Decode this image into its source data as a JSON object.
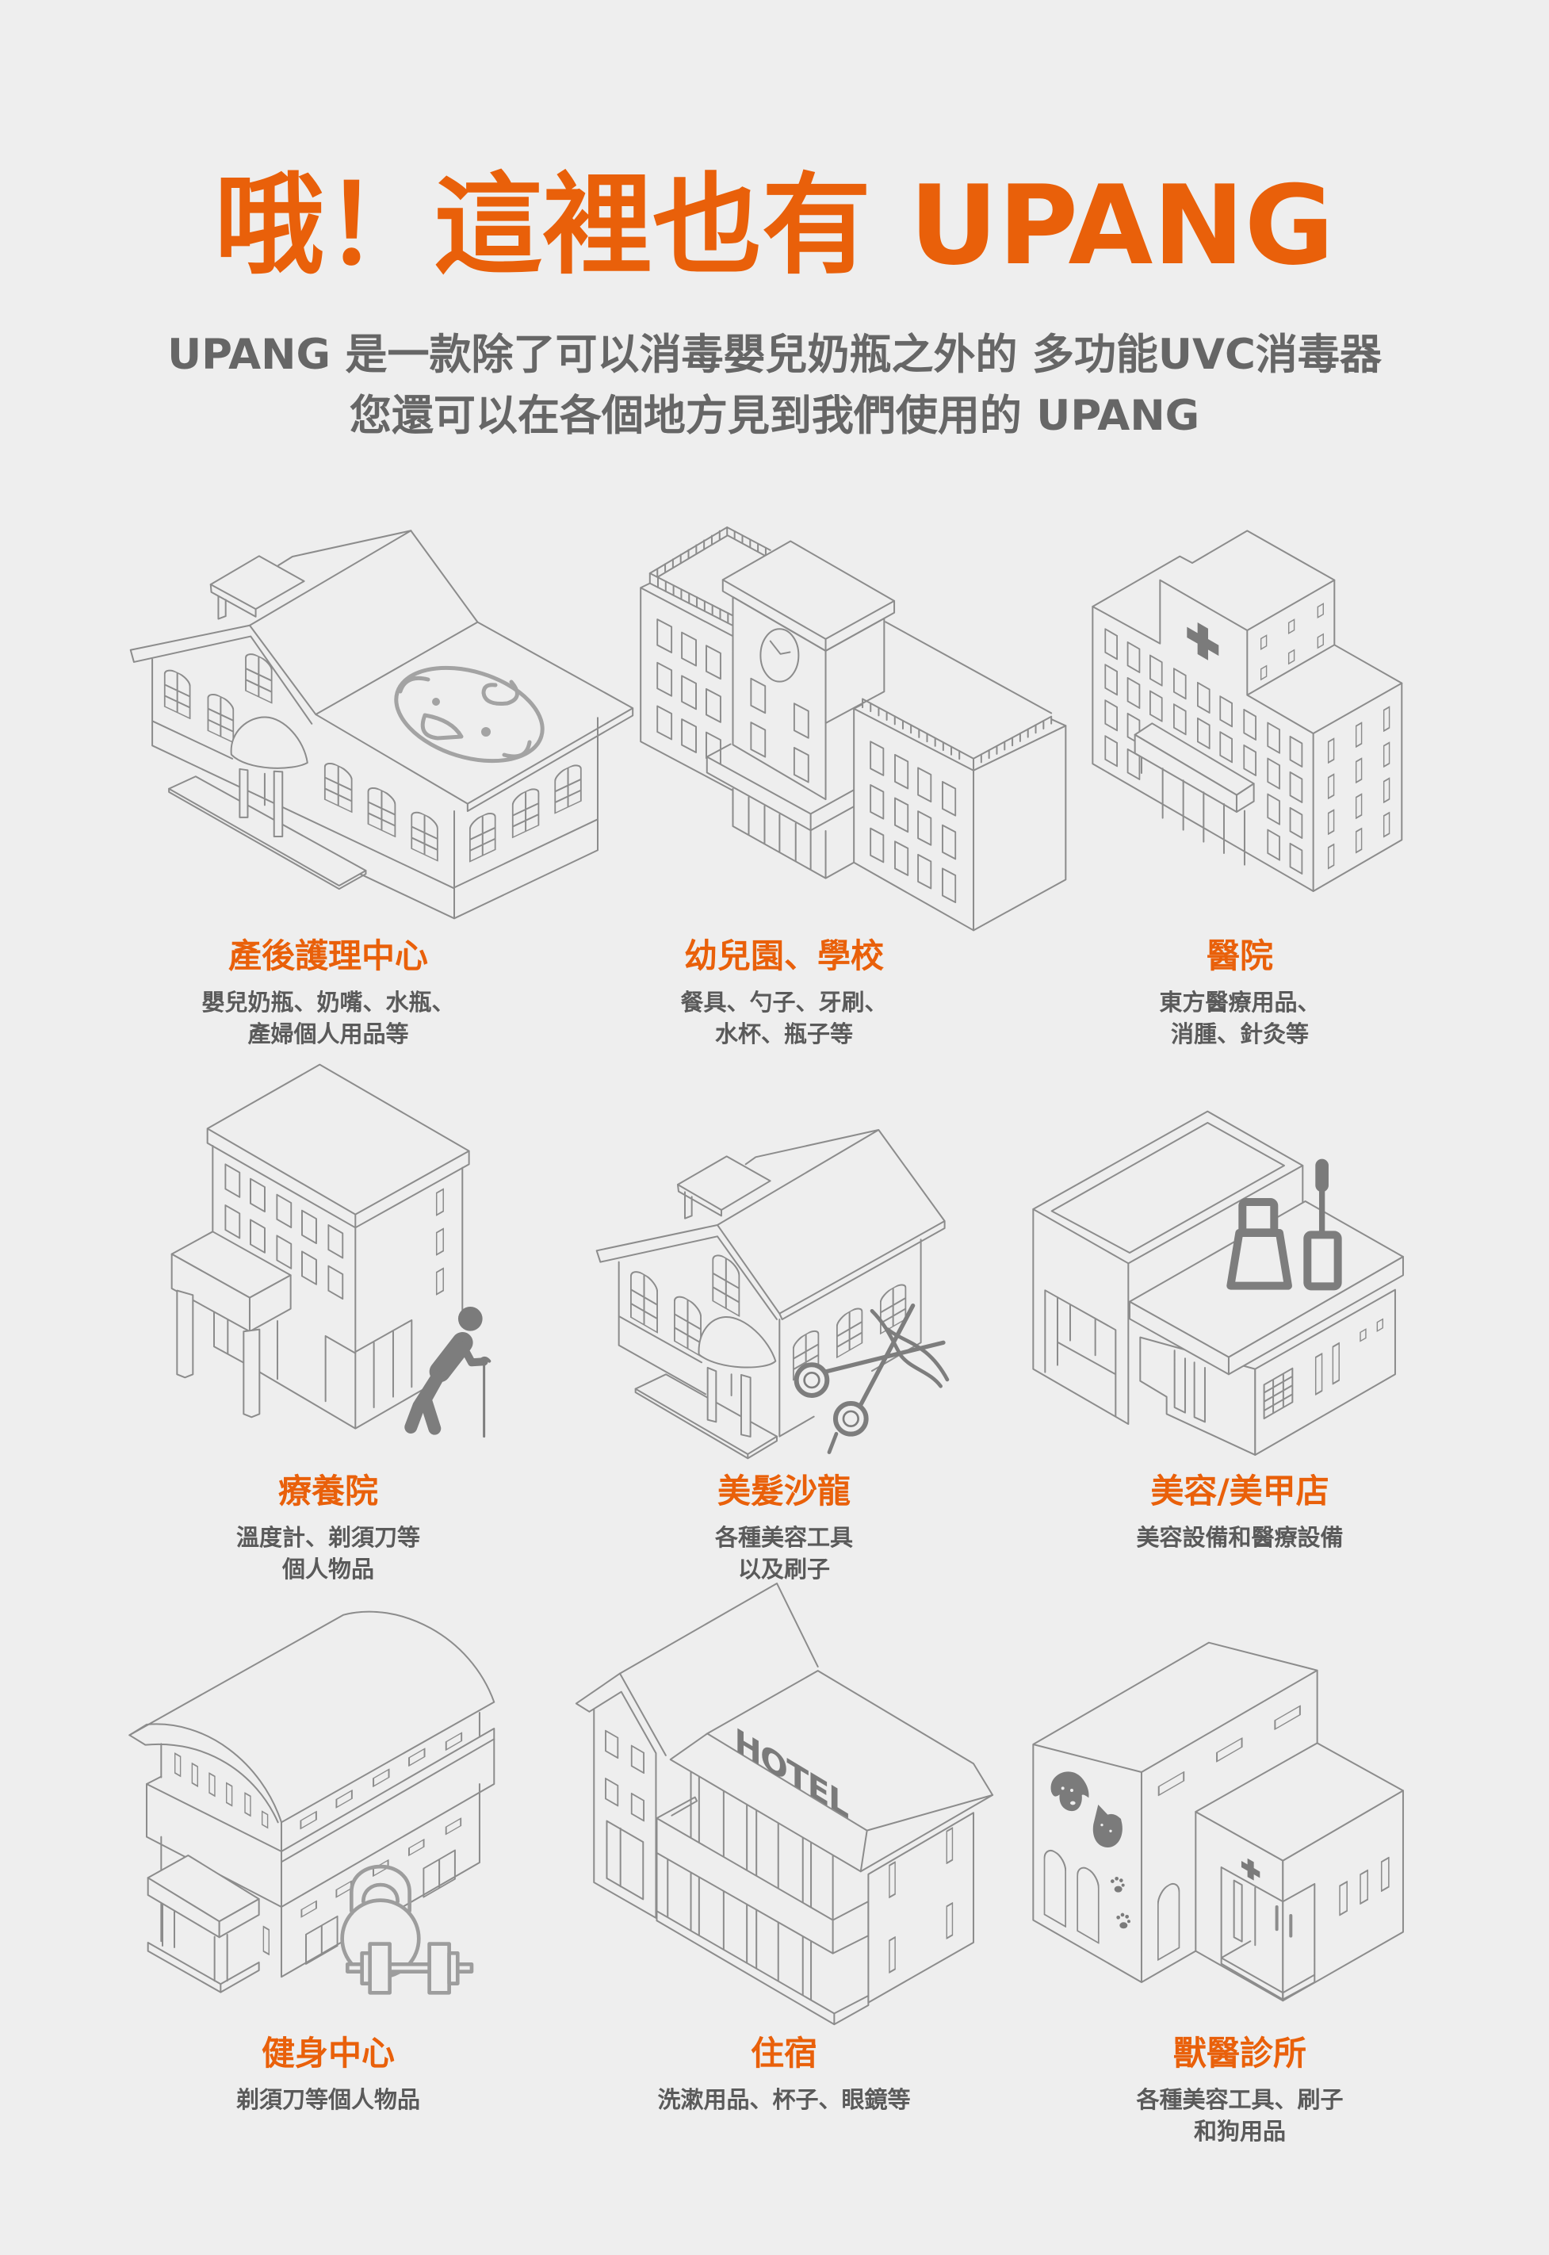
{
  "header": {
    "title": "哦！這裡也有 UPANG",
    "subtitle": [
      "UPANG 是一款除了可以消毒嬰兒奶瓶之外的 多功能UVC消毒器",
      "您還可以在各個地方見到我們使用的 UPANG"
    ]
  },
  "theme": {
    "accent": "#E9600A",
    "text": "#666666",
    "line": "#8C8C8C",
    "icon": "#7B7B7B",
    "background": "#EEEEEE"
  },
  "cards": [
    {
      "title": "產後護理中心",
      "desc": [
        "嬰兒奶瓶、奶嘴、水瓶、",
        "產婦個人用品等"
      ],
      "icon": "baby-face-icon"
    },
    {
      "title": "幼兒園、學校",
      "desc": [
        "餐具、勺子、牙刷、",
        "水杯、瓶子等"
      ],
      "icon": "clock-tower-icon"
    },
    {
      "title": "醫院",
      "desc": [
        "東方醫療用品、",
        "消腫、針灸等"
      ],
      "icon": "medical-cross-icon"
    },
    {
      "title": "療養院",
      "desc": [
        "溫度計、剃須刀等",
        "個人物品"
      ],
      "icon": "elderly-person-cane-icon"
    },
    {
      "title": "美髮沙龍",
      "desc": [
        "各種美容工具",
        "以及刷子"
      ],
      "icon": "scissors-icon"
    },
    {
      "title": "美容/美甲店",
      "desc": [
        "美容設備和醫療設備"
      ],
      "icon": "nail-polish-icon"
    },
    {
      "title": "健身中心",
      "desc": [
        "剃須刀等個人物品"
      ],
      "icon": "kettlebell-dumbbell-icon"
    },
    {
      "title": "住宿",
      "desc": [
        "洗漱用品、杯子、眼鏡等"
      ],
      "icon": "hotel-sign-icon",
      "sign": "HOTEL"
    },
    {
      "title": "獸醫診所",
      "desc": [
        "各種美容工具、刷子",
        "和狗用品"
      ],
      "icon": "dog-cat-paw-icon"
    }
  ]
}
